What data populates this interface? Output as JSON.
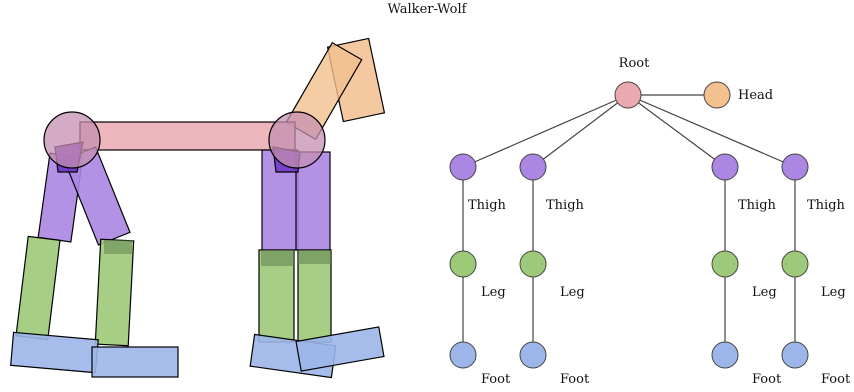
{
  "title": "Walker-Wolf",
  "colors": {
    "root": "#eaa8b0",
    "head": "#f3c08f",
    "thigh": "#ab86e3",
    "leg": "#9cca78",
    "foot": "#9cb6ea",
    "line": "#444444"
  },
  "tree": {
    "root_label": "Root",
    "head_label": "Head",
    "branches": [
      {
        "thigh": "Thigh",
        "leg": "Leg",
        "foot": "Foot"
      },
      {
        "thigh": "Thigh",
        "leg": "Leg",
        "foot": "Foot"
      },
      {
        "thigh": "Thigh",
        "leg": "Leg",
        "foot": "Foot"
      },
      {
        "thigh": "Thigh",
        "leg": "Leg",
        "foot": "Foot"
      }
    ]
  }
}
